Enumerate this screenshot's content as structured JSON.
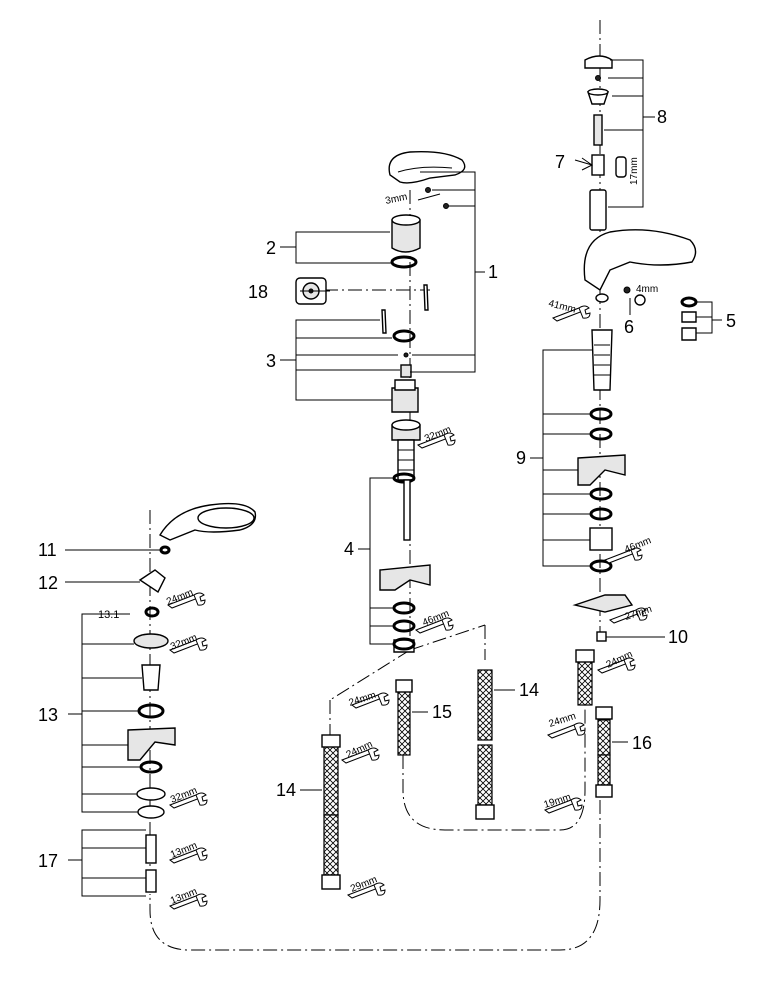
{
  "labels": {
    "p1": "1",
    "p2": "2",
    "p3": "3",
    "p4": "4",
    "p5": "5",
    "p6": "6",
    "p7": "7",
    "p8": "8",
    "p9": "9",
    "p10": "10",
    "p11": "11",
    "p12": "12",
    "p13": "13",
    "p13_1": "13.1",
    "p14a": "14",
    "p14b": "14",
    "p15": "15",
    "p16": "16",
    "p17": "17",
    "p18": "18"
  },
  "sizes": {
    "hex3": "3mm",
    "hex4": "4mm",
    "hex17": "17mm",
    "w41": "41mm",
    "w32a": "32mm",
    "w46a": "46mm",
    "w46b": "46mm",
    "w27": "27mm",
    "w24a": "24mm",
    "w24b": "24mm",
    "w24c": "24mm",
    "w24d": "24mm",
    "w24e": "24mm",
    "w19": "19mm",
    "w29": "29mm",
    "w32b": "32mm",
    "w32c": "32mm",
    "w13a": "13mm",
    "w13b": "13mm"
  }
}
